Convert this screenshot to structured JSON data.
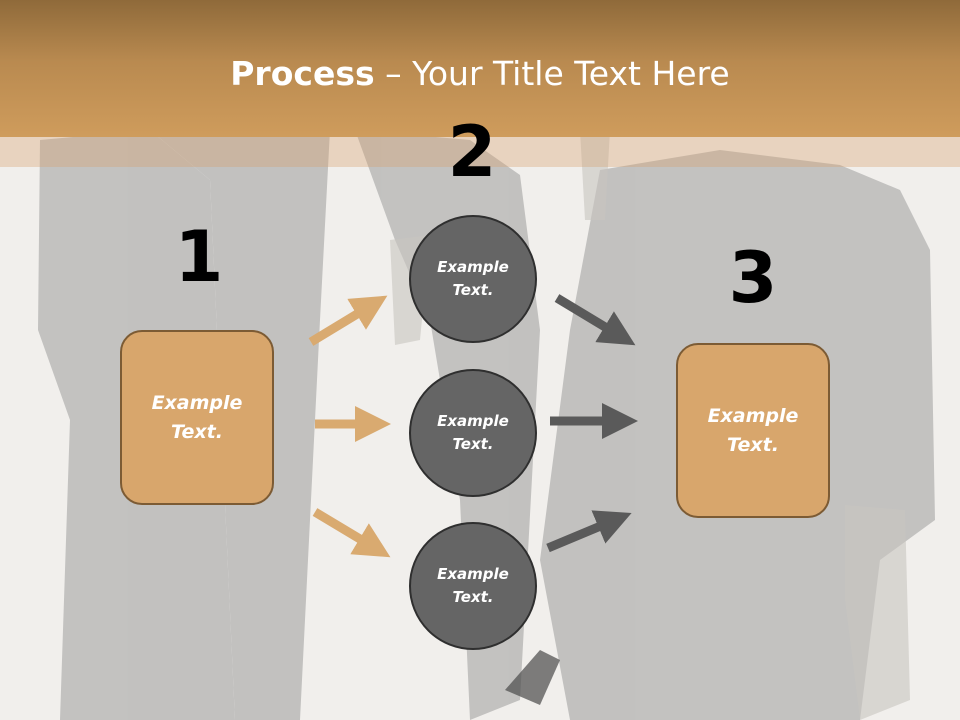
{
  "title": {
    "bold": "Process",
    "rest": " – Your Title Text Here"
  },
  "steps": [
    {
      "number": "1",
      "text": "Example\nText."
    },
    {
      "number": "2",
      "text": ""
    },
    {
      "number": "3",
      "text": "Example\nText."
    }
  ],
  "circles": [
    {
      "text": "Example\nText."
    },
    {
      "text": "Example\nText."
    },
    {
      "text": "Example\nText."
    }
  ],
  "colors": {
    "header": "#c1904f",
    "box_fill": "#d8a66c",
    "box_border": "#7c5b34",
    "circle_fill": "#656565",
    "arrow_tan": "#d9aa70",
    "arrow_gray": "#5a5a5a"
  }
}
